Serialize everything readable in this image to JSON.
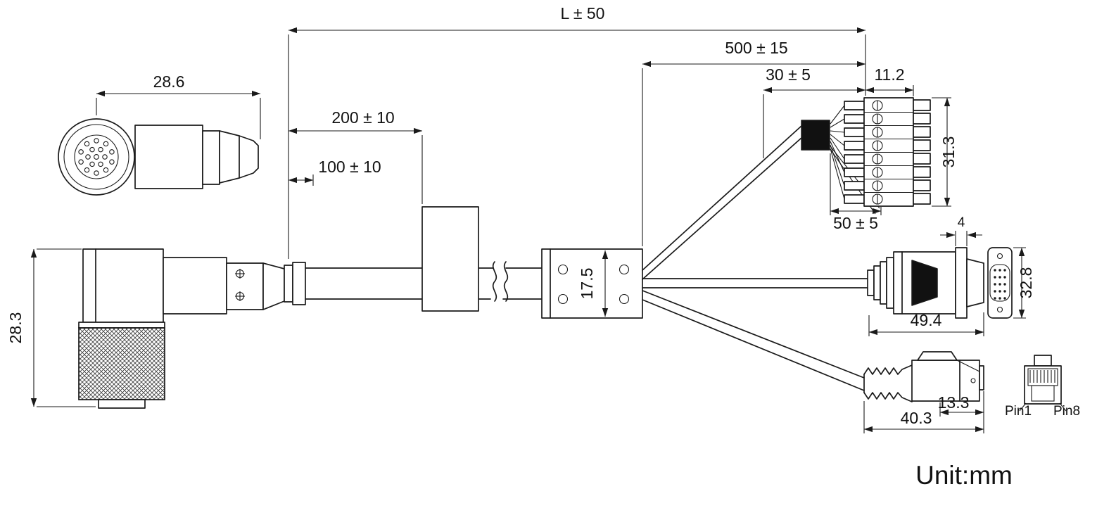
{
  "unit_label": "Unit:mm",
  "dimensions": {
    "overall_length": "L ± 50",
    "breakout_length": "500 ± 15",
    "ferrite_position": "30 ± 5",
    "terminal_block_width": "11.2",
    "terminal_block_height": "31.3",
    "m12_connector_length": "28.6",
    "label_sleeve_position": "200 ± 10",
    "sleeve_position": "100 ± 10",
    "wire_breakout_length": "50 ± 5",
    "dsub_flange_thickness": "4",
    "junction_box_height": "17.5",
    "dsub_height": "32.8",
    "dsub_length": "49.4",
    "m12_connector_height": "28.3",
    "rj45_head_length": "13.3",
    "rj45_total_length": "40.3",
    "pin1_label": "Pin1",
    "pin8_label": "Pin8"
  },
  "colors": {
    "line": "#1a1a1a",
    "ferrite_fill": "#000000",
    "background": "#ffffff"
  }
}
